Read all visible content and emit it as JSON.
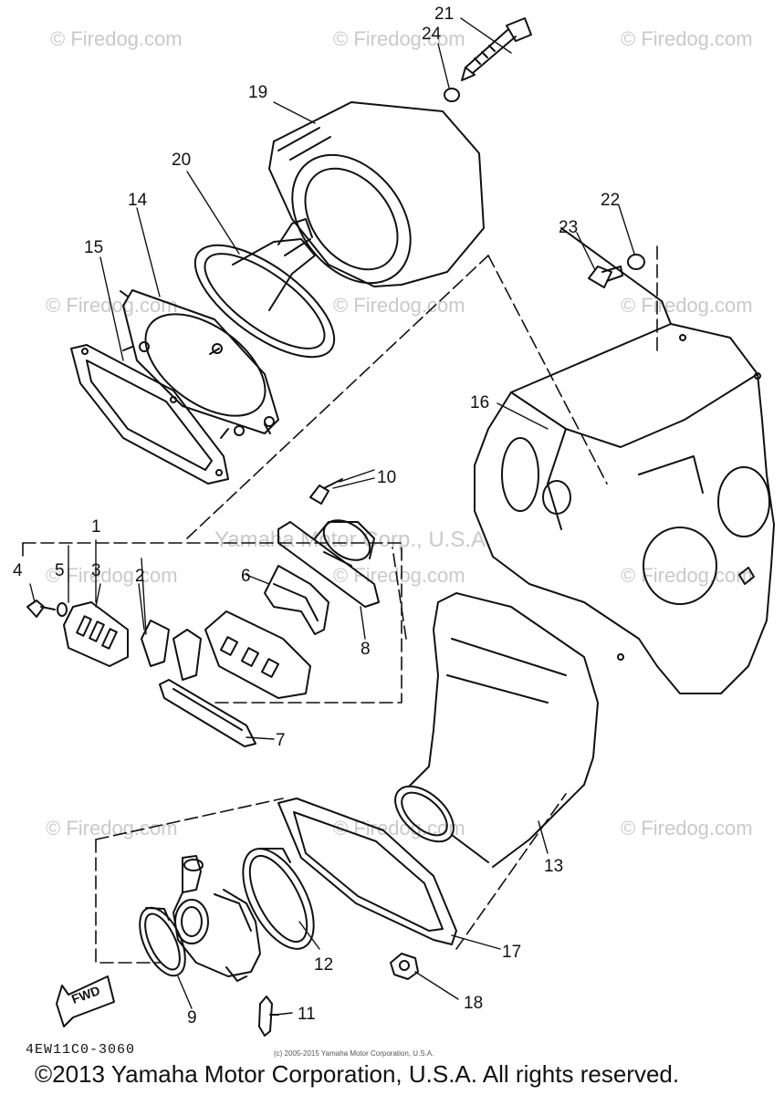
{
  "watermarks": {
    "text": "© Firedog.com",
    "center_text": "Yamaha Motor Corp., U.S.A."
  },
  "callouts": [
    "1",
    "2",
    "3",
    "4",
    "5",
    "6",
    "7",
    "8",
    "9",
    "10",
    "11",
    "12",
    "13",
    "14",
    "15",
    "16",
    "17",
    "18",
    "19",
    "20",
    "21",
    "22",
    "23",
    "24"
  ],
  "direction_label": "FWD",
  "diagram_code": "4EW11C0-3060",
  "small_copyright": "(c) 2005-2015 Yamaha Motor Corporation, U.S.A.",
  "copyright": "©2013 Yamaha Motor Corporation, U.S.A. All rights reserved."
}
